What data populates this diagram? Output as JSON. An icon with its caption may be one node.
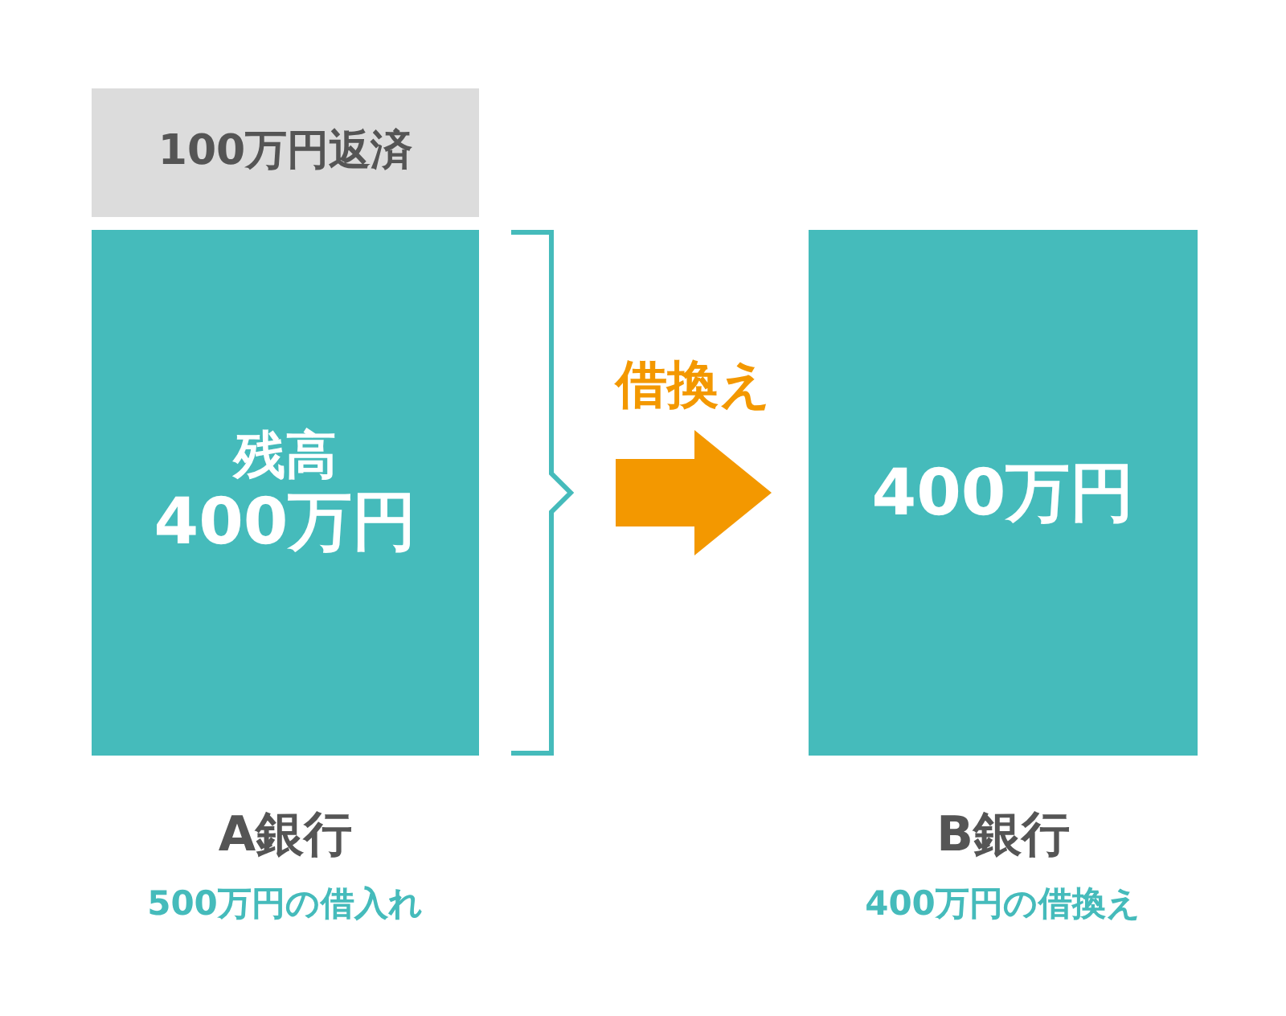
{
  "diagram": {
    "nodes": [
      {
        "text": [
          "100万円返済"
        ]
      },
      {
        "text": [
          "残高",
          "400万円"
        ],
        "beside": [
          "A銀行",
          "500万円の借入れ"
        ]
      },
      {
        "text": [],
        "shape": "bracket"
      },
      {
        "text": [
          "400万円"
        ],
        "beside": [
          "B銀行",
          "400万円の借換え"
        ]
      }
    ],
    "edges": [
      {
        "from": 2,
        "to": 3,
        "arrow": "to",
        "label": "借換え",
        "style": "thick",
        "color": "#f39800"
      }
    ]
  }
}
